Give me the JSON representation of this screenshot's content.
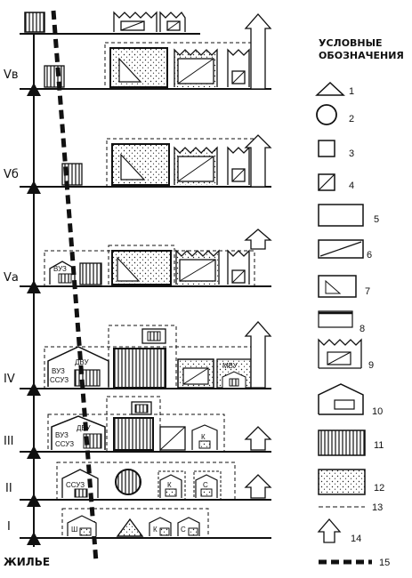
{
  "levels": [
    {
      "key": "I",
      "label": "I"
    },
    {
      "key": "II",
      "label": "II"
    },
    {
      "key": "III",
      "label": "III"
    },
    {
      "key": "IV",
      "label": "IV"
    },
    {
      "key": "Va",
      "label": "Vа"
    },
    {
      "key": "Vb",
      "label": "Vб"
    },
    {
      "key": "Vv",
      "label": "Vв"
    }
  ],
  "base_label": "ЖИЛЬЕ",
  "building_labels": {
    "sh": "Ш",
    "k": "К",
    "s": "С",
    "ssuz": "ССУЗ",
    "vuz": "ВУЗ",
    "dvu": "ДВУ",
    "mvu": "МВУ"
  },
  "legend": {
    "title_line1": "УСЛОВНЫЕ",
    "title_line2": "ОБОЗНАЧЕНИЯ",
    "items": [
      "1",
      "2",
      "3",
      "4",
      "5",
      "6",
      "7",
      "8",
      "9",
      "10",
      "11",
      "12",
      "13",
      "14",
      "15"
    ]
  }
}
